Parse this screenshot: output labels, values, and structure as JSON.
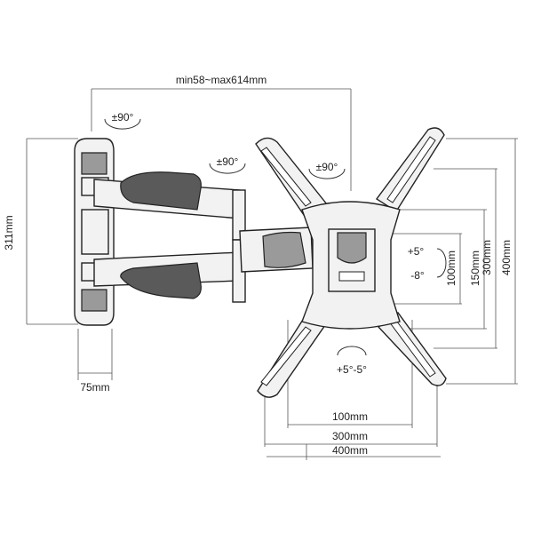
{
  "dimensions": {
    "extension": "min58~max614mm",
    "height": "311mm",
    "depth": "75mm",
    "vesa_v1": "100mm",
    "vesa_v2": "150mm",
    "vesa_v3": "300mm",
    "vesa_v4": "400mm",
    "vesa_h1": "100mm",
    "vesa_h2": "300mm",
    "vesa_h3": "400mm"
  },
  "rotations": {
    "wall_swivel": "±90°",
    "arm_swivel": "±90°",
    "head_swivel": "±90°",
    "tilt_up": "+5°",
    "tilt_down": "-8°",
    "level": "+5°-5°"
  }
}
